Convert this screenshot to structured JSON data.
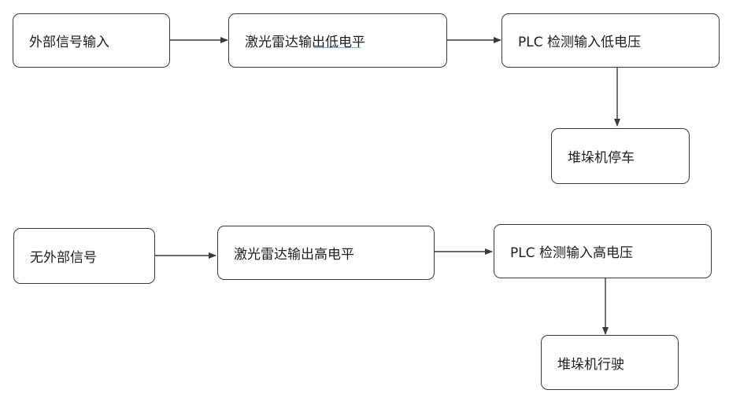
{
  "nodes": [
    {
      "id": "n1",
      "label": "外部信号输入"
    },
    {
      "id": "n2",
      "label": "激光雷达输出低电平"
    },
    {
      "id": "n3",
      "label": "PLC 检测输入低电压"
    },
    {
      "id": "n4",
      "label": "堆垛机停车"
    },
    {
      "id": "n5",
      "label": "无外部信号"
    },
    {
      "id": "n6",
      "label": "激光雷达输出高电平"
    },
    {
      "id": "n7",
      "label": "PLC 检测输入高电压"
    },
    {
      "id": "n8",
      "label": "堆垛机行驶"
    }
  ],
  "edges": [
    {
      "from": "n1",
      "to": "n2"
    },
    {
      "from": "n2",
      "to": "n3"
    },
    {
      "from": "n3",
      "to": "n4"
    },
    {
      "from": "n5",
      "to": "n6"
    },
    {
      "from": "n6",
      "to": "n7"
    },
    {
      "from": "n7",
      "to": "n8"
    }
  ],
  "colors": {
    "stroke": "#3a3a3a",
    "text": "#1e1e1e"
  }
}
